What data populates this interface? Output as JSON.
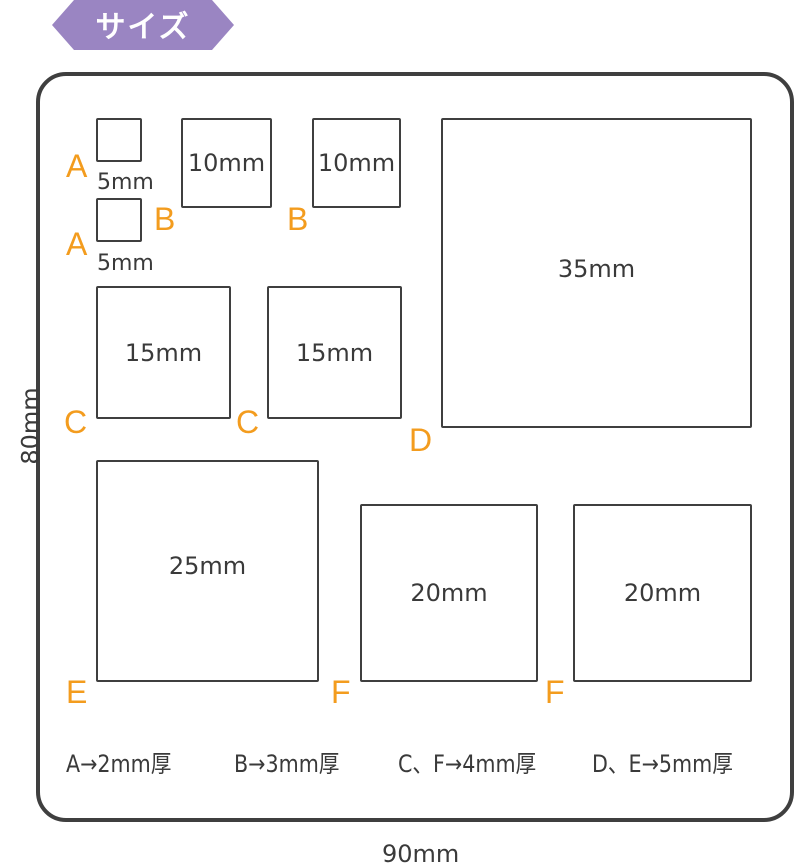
{
  "header": {
    "tag_label": "サイズ"
  },
  "dimensions": {
    "width": "90mm",
    "height": "80mm"
  },
  "pieces": {
    "a1": {
      "label": "A",
      "size": "5mm"
    },
    "a2": {
      "label": "A",
      "size": "5mm"
    },
    "b1": {
      "label": "B",
      "size": "10mm"
    },
    "b2": {
      "label": "B",
      "size": "10mm"
    },
    "c1": {
      "label": "C",
      "size": "15mm"
    },
    "c2": {
      "label": "C",
      "size": "15mm"
    },
    "d": {
      "label": "D",
      "size": "35mm"
    },
    "e": {
      "label": "E",
      "size": "25mm"
    },
    "f1": {
      "label": "F",
      "size": "20mm"
    },
    "f2": {
      "label": "F",
      "size": "20mm"
    }
  },
  "legend": [
    "A→2mm厚",
    "B→3mm厚",
    "C、F→4mm厚",
    "D、E→5mm厚"
  ],
  "colors": {
    "tag": "#9a85c2",
    "label": "#f39c1e",
    "outline": "#3f3f3f"
  }
}
